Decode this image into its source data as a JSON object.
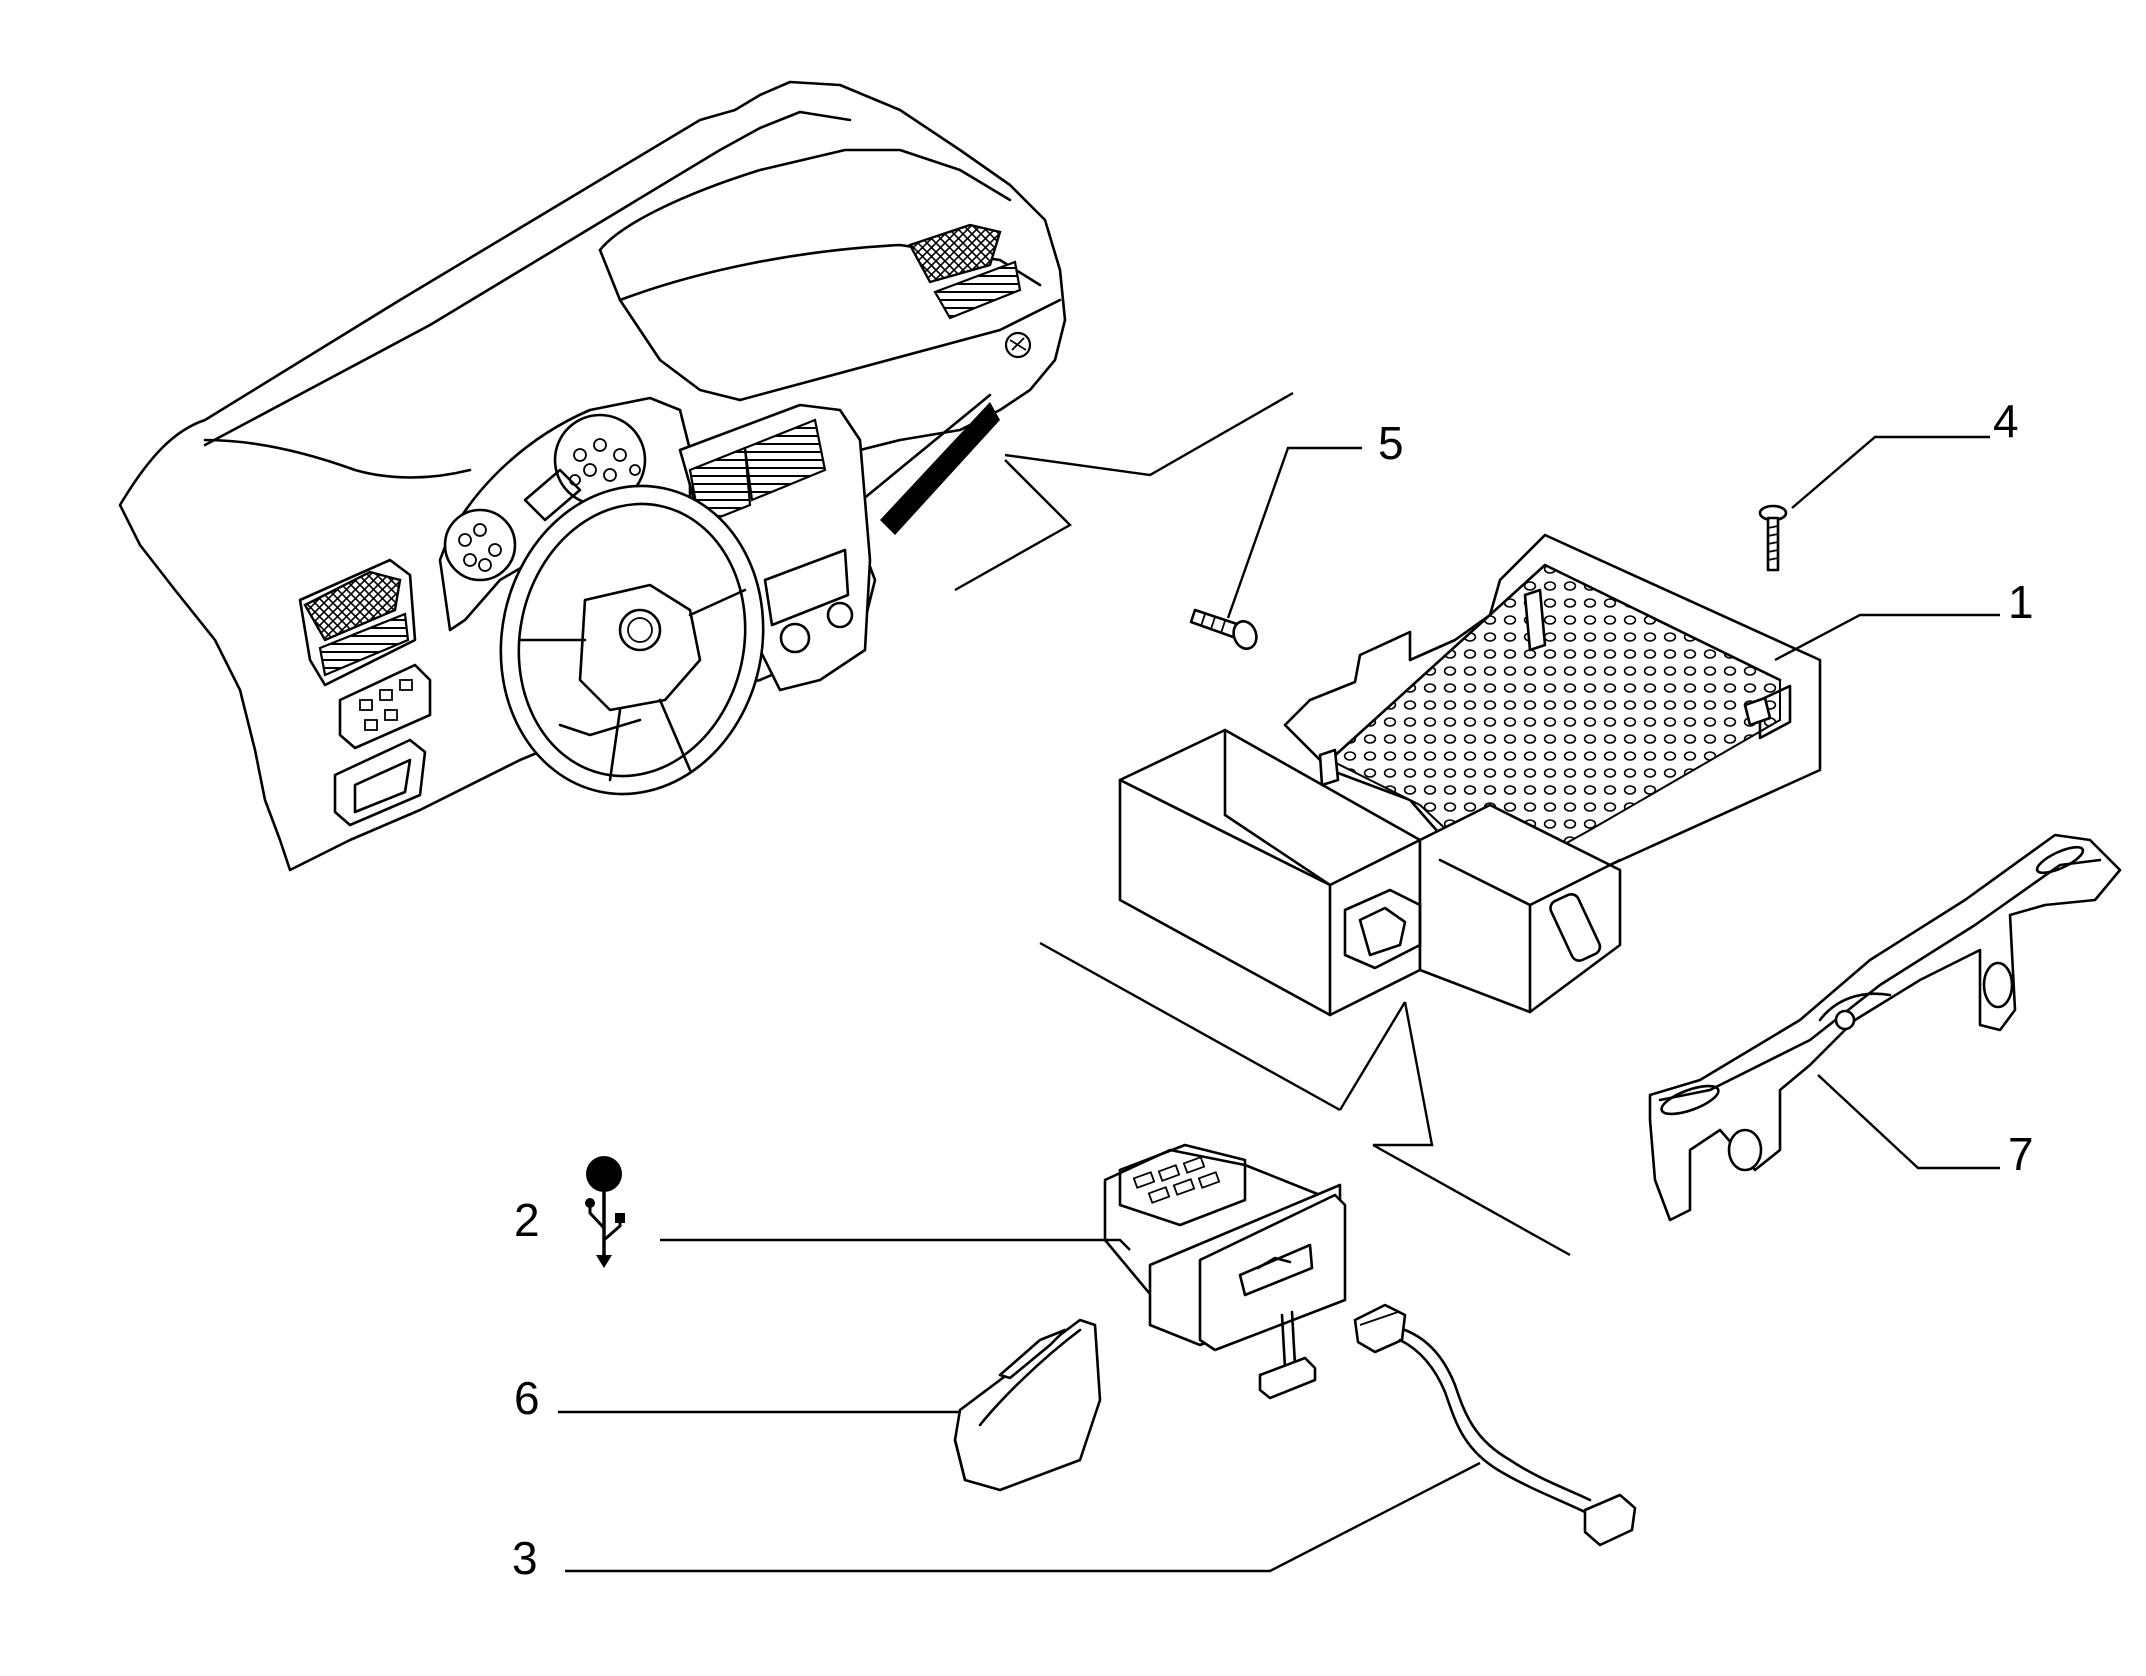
{
  "callouts": {
    "c1": "1",
    "c2": "2",
    "c3": "3",
    "c4": "4",
    "c5": "5",
    "c6": "6",
    "c7": "7"
  },
  "icons": [
    "usb-icon"
  ],
  "colors": {
    "line": "#000000",
    "background": "#ffffff"
  }
}
